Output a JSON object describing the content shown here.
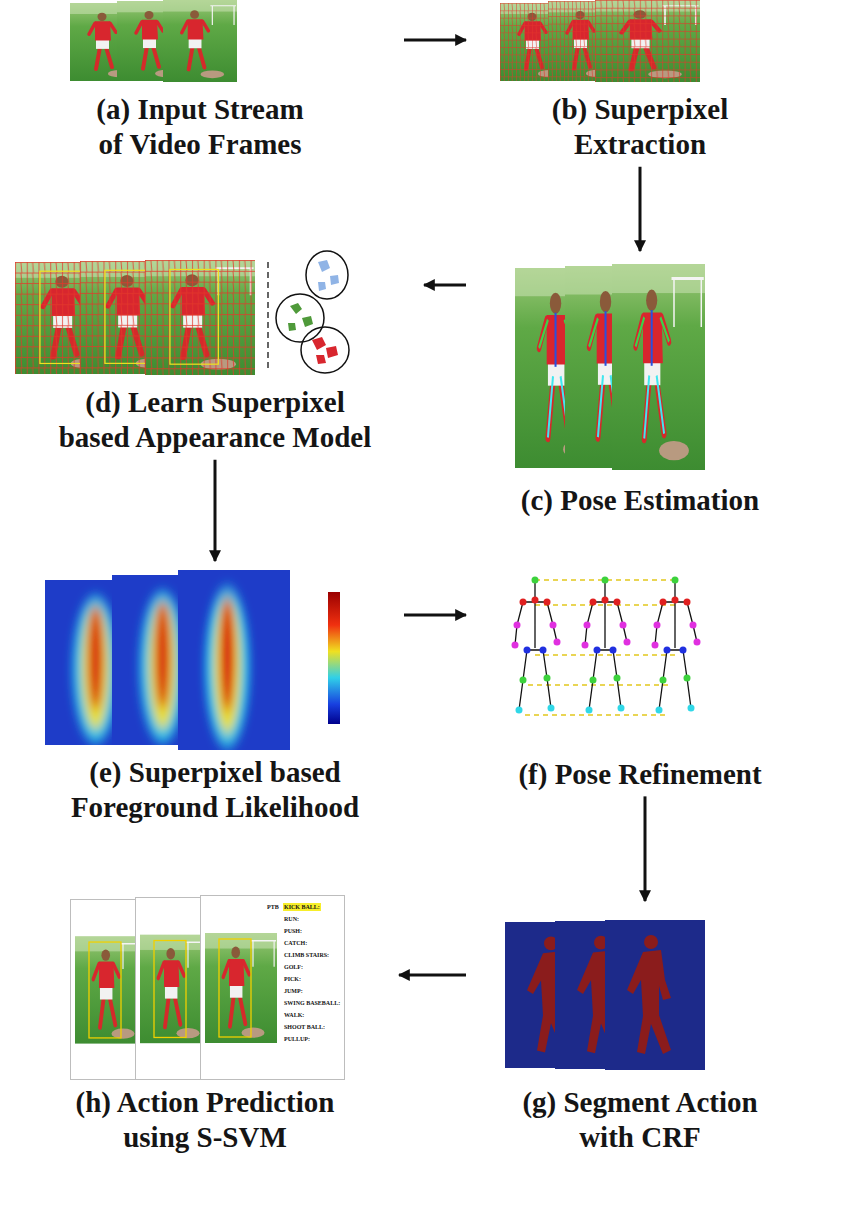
{
  "diagram": {
    "nodes": [
      {
        "text": [
          "(a) Input Stream of Video Frames"
        ]
      },
      {
        "text": [
          "(b) Superpixel Extraction"
        ]
      },
      {
        "text": [
          "(c) Pose Estimation"
        ]
      },
      {
        "text": [
          "(d) Learn Superpixel based Appearance Model"
        ]
      },
      {
        "text": [
          "(e) Superpixel based Foreground Likelihood"
        ]
      },
      {
        "text": [
          "(f) Pose Refinement"
        ]
      },
      {
        "text": [
          "(g) Segment Action with CRF"
        ]
      },
      {
        "text": [
          "(h) Action Prediction using S-SVM"
        ]
      }
    ],
    "edges": [
      {
        "from": 0,
        "to": 1,
        "arrow": "to"
      },
      {
        "from": 1,
        "to": 2,
        "arrow": "to"
      },
      {
        "from": 2,
        "to": 3,
        "arrow": "to"
      },
      {
        "from": 3,
        "to": 4,
        "arrow": "to"
      },
      {
        "from": 4,
        "to": 5,
        "arrow": "to"
      },
      {
        "from": 5,
        "to": 6,
        "arrow": "to"
      },
      {
        "from": 6,
        "to": 7,
        "arrow": "to"
      }
    ],
    "labels": [
      "PTB",
      "KICK BALL:",
      "RUN:",
      "PUSH:",
      "CATCH:",
      "CLIMB STAIRS:",
      "GOLF:",
      "PICK:",
      "JUMP:",
      "SWING BASEBALL:",
      "WALK:",
      "SHOOT BALL:",
      "PULLUP:"
    ]
  }
}
